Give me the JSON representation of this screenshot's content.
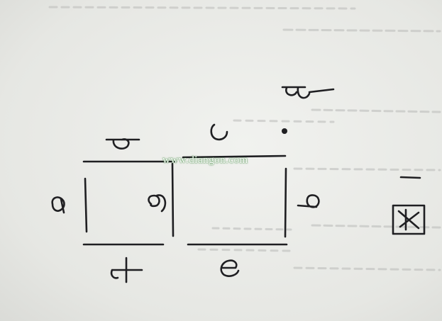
{
  "watermark": {
    "text": "www.diangon.com",
    "color": "#ffffff"
  },
  "sketch": {
    "segment_labels": [
      "a",
      "b",
      "c",
      "d",
      "e",
      "f",
      "g"
    ],
    "decimal_point_label": "dp",
    "figure_caption": "图 1"
  },
  "colors": {
    "paper": "#e9eae6",
    "ink": "#1f1f22",
    "bleed_through": "#b9bab8"
  }
}
